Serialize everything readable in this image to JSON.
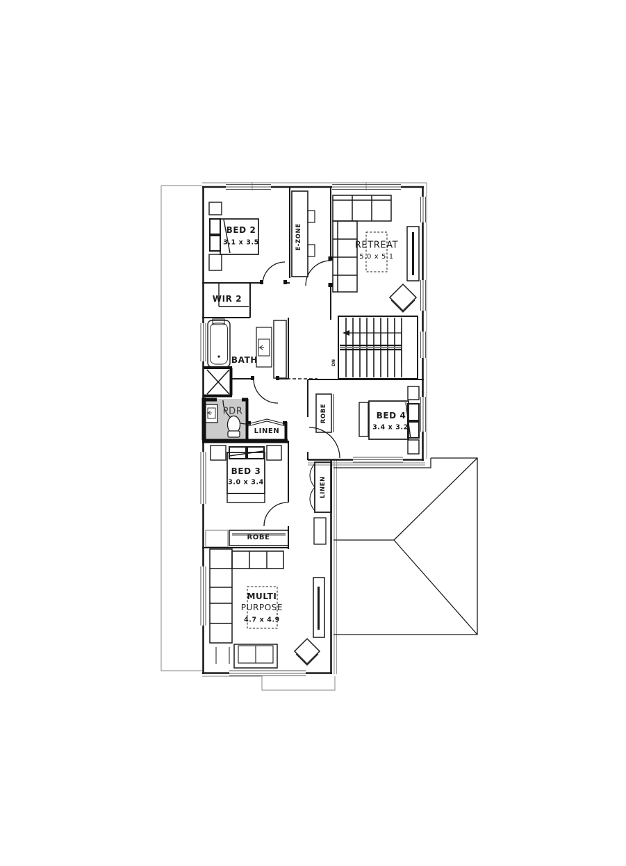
{
  "plan": {
    "title": "upper-floor-plan",
    "colors": {
      "line": "#1a1a1a",
      "wall": "#111111",
      "gray_outline": "#9b9b9b",
      "pdr_floor": "#cbcbcb",
      "background": "#ffffff"
    },
    "rooms": {
      "bed2": {
        "name": "BED 2",
        "dims": "3.1 x 3.5"
      },
      "wir2": {
        "name": "WIR 2"
      },
      "ezone": {
        "name": "E-ZONE"
      },
      "retreat": {
        "name": "RETREAT",
        "dims": "5.0 x 5.1"
      },
      "bath": {
        "name": "BATH"
      },
      "pdr": {
        "name": "PDR"
      },
      "linen_hall": {
        "name": "LINEN"
      },
      "bed3": {
        "name": "BED 3",
        "dims": "3.0 x 3.4"
      },
      "robe_bed3": {
        "name": "ROBE"
      },
      "bed4": {
        "name": "BED 4",
        "dims": "3.4 x 3.2"
      },
      "robe_bed4": {
        "name": "ROBE"
      },
      "linen_upper": {
        "name": "LINEN"
      },
      "multi": {
        "name_line1": "MULTI",
        "name_line2": "PURPOSE",
        "dims": "4.7 x 4.9"
      },
      "stairs": {
        "direction": "DN"
      }
    }
  }
}
